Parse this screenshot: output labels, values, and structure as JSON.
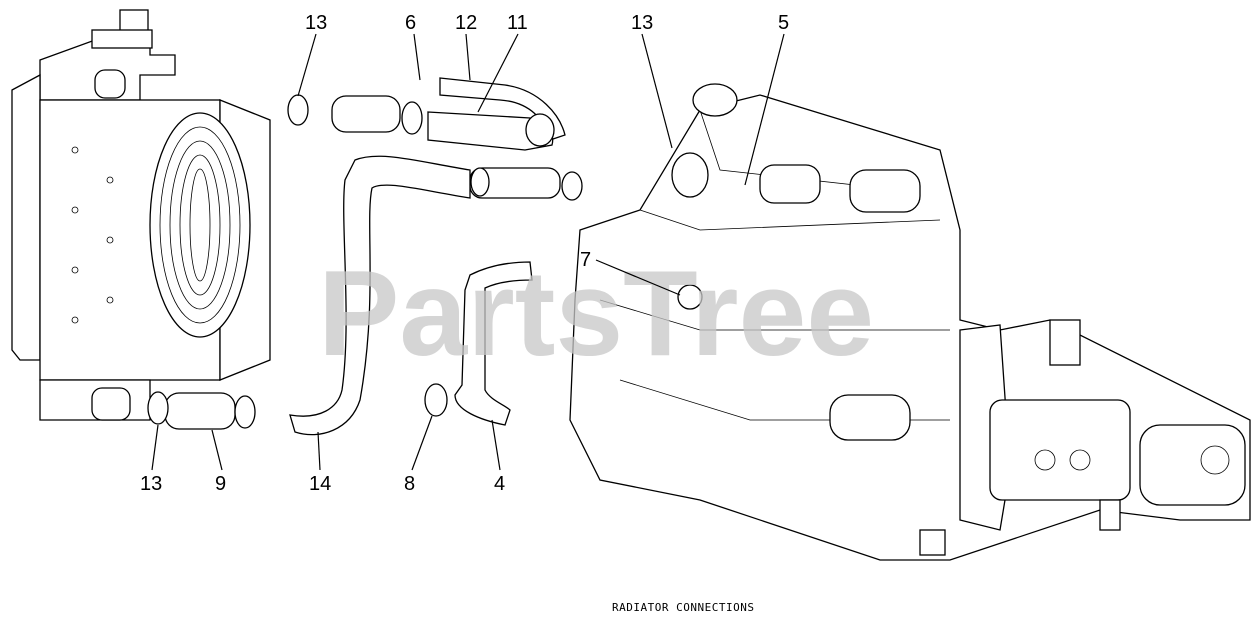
{
  "watermark": "PartsTree",
  "caption": "RADIATOR CONNECTIONS",
  "callouts": {
    "c13a": "13",
    "c6": "6",
    "c12": "12",
    "c11": "11",
    "c13b": "13",
    "c5": "5",
    "c7": "7",
    "c13c": "13",
    "c9": "9",
    "c14": "14",
    "c8": "8",
    "c4": "4"
  }
}
